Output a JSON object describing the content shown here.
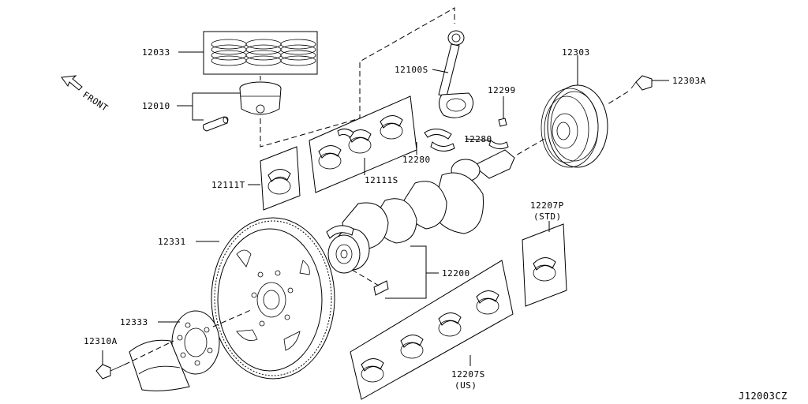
{
  "labels": {
    "front": "FRONT",
    "p12033": "12033",
    "p12010": "12010",
    "p12100s": "12100S",
    "p12303": "12303",
    "p12303a": "12303A",
    "p12299": "12299",
    "p12280_a": "12280",
    "p12280_b": "12280",
    "p12111t": "12111T",
    "p12111s": "12111S",
    "p12207p": "12207P",
    "std": "(STD)",
    "p12331": "12331",
    "p12200": "12200",
    "p12333": "12333",
    "p12310a": "12310A",
    "p12207s": "12207S",
    "us": "(US)",
    "diagram_code": "J12003CZ"
  }
}
